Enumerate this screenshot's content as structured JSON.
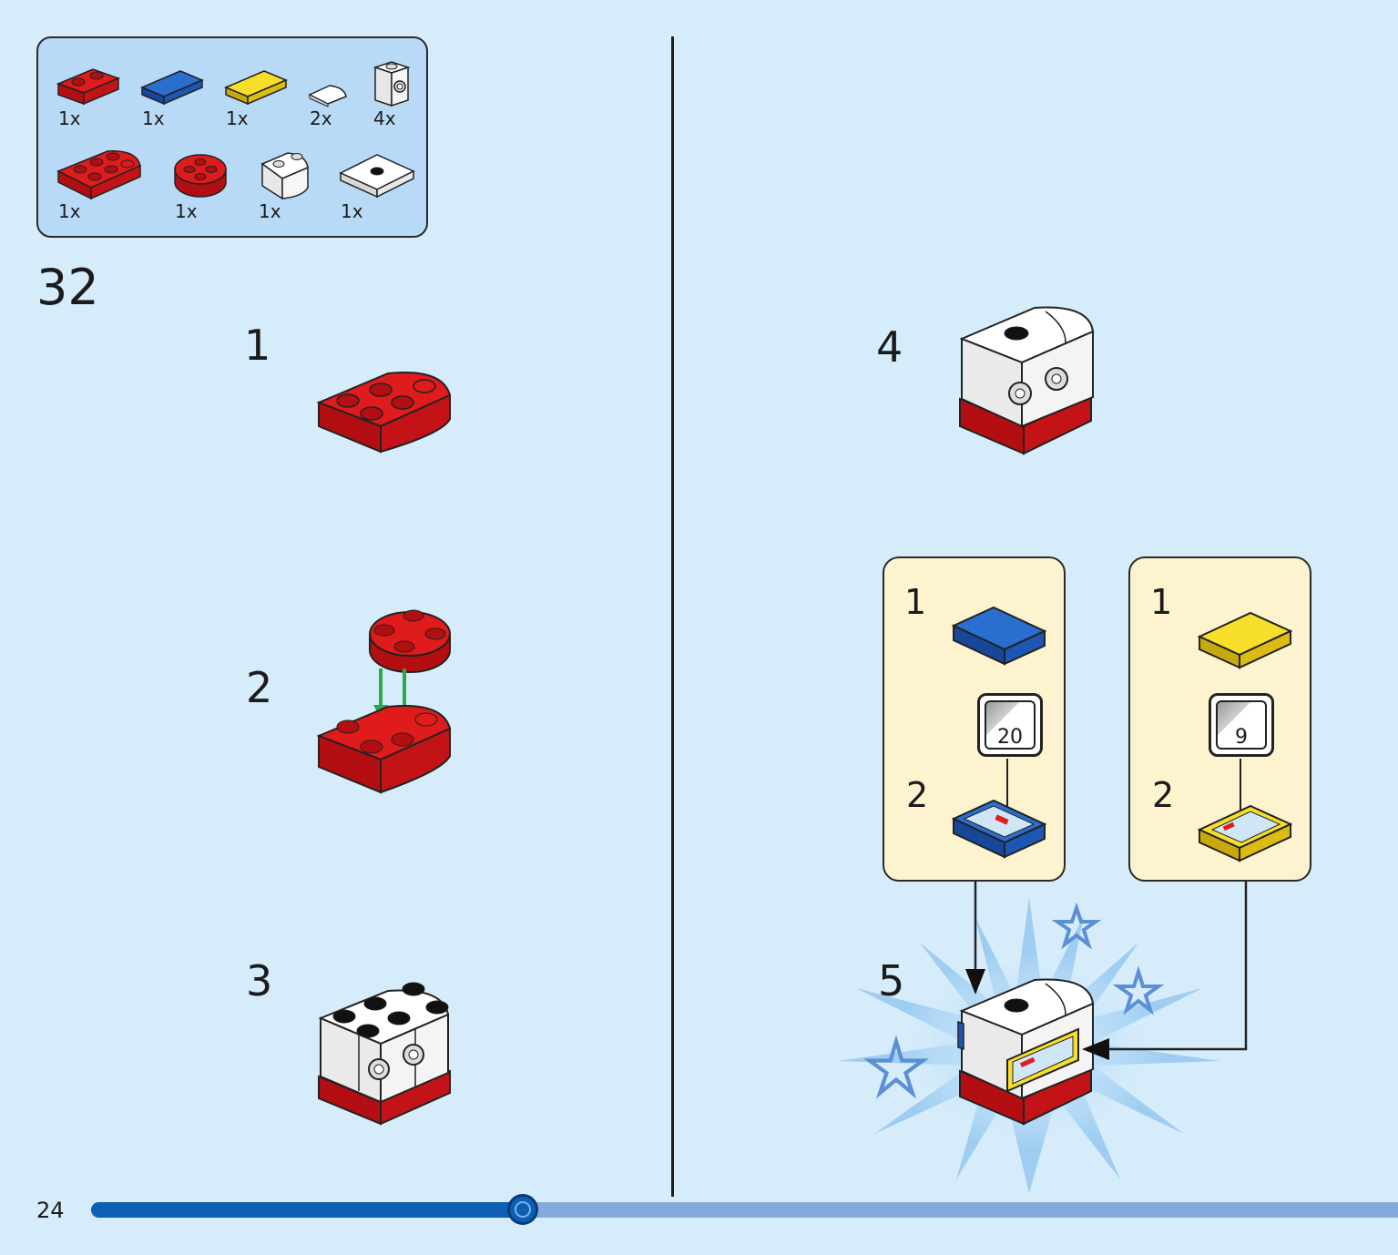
{
  "parts_list": {
    "items": [
      {
        "qty": "1x",
        "icon": "red-plate-1x2-icon",
        "color": "#d7141a"
      },
      {
        "qty": "1x",
        "icon": "blue-tile-1x2-icon",
        "color": "#1f5fbf"
      },
      {
        "qty": "1x",
        "icon": "yellow-tile-1x2-icon",
        "color": "#f2d21b"
      },
      {
        "qty": "2x",
        "icon": "white-quarter-tile-icon",
        "color": "#ffffff"
      },
      {
        "qty": "4x",
        "icon": "white-brick-stud-side-icon",
        "color": "#ffffff"
      },
      {
        "qty": "1x",
        "icon": "red-rounded-plate-icon",
        "color": "#d7141a"
      },
      {
        "qty": "1x",
        "icon": "red-round-plate-icon",
        "color": "#d7141a"
      },
      {
        "qty": "1x",
        "icon": "white-curved-brick-icon",
        "color": "#ffffff"
      },
      {
        "qty": "1x",
        "icon": "white-jumper-plate-icon",
        "color": "#ffffff"
      }
    ]
  },
  "step": {
    "number": "32"
  },
  "substeps": [
    {
      "label": "1"
    },
    {
      "label": "2"
    },
    {
      "label": "3"
    },
    {
      "label": "4"
    },
    {
      "label": "5"
    }
  ],
  "callouts": [
    {
      "step1": "1",
      "step2": "2",
      "sticker": "20",
      "tile_color": "#1f5fbf"
    },
    {
      "step1": "1",
      "step2": "2",
      "sticker": "9",
      "tile_color": "#f2d21b"
    }
  ],
  "footer": {
    "page_number": "24",
    "progress": 0.33
  }
}
